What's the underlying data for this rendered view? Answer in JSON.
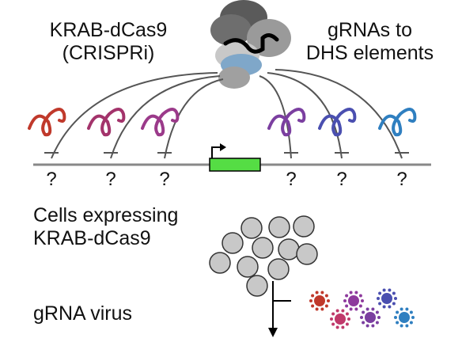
{
  "labels": {
    "krab_line1": "KRAB-dCas9",
    "krab_line2": "(CRISPRi)",
    "grna_line1": "gRNAs to",
    "grna_line2": "DHS elements",
    "cells_line1": "Cells expressing",
    "cells_line2": "KRAB-dCas9",
    "virus": "gRNA virus"
  },
  "unknown_marker": "?",
  "grna_colors": [
    "#c0392b",
    "#a3336b",
    "#9b3a8a",
    "#7b3fa0",
    "#4a4fb0",
    "#2f7fc0"
  ],
  "cell_fill": "#c8c8c8",
  "promoter_color": "#55dd44",
  "virus_colors": [
    "#c0392b",
    "#8e3a9d",
    "#4a4fb0",
    "#c0396b",
    "#7b3fa0",
    "#2f7fc0"
  ]
}
